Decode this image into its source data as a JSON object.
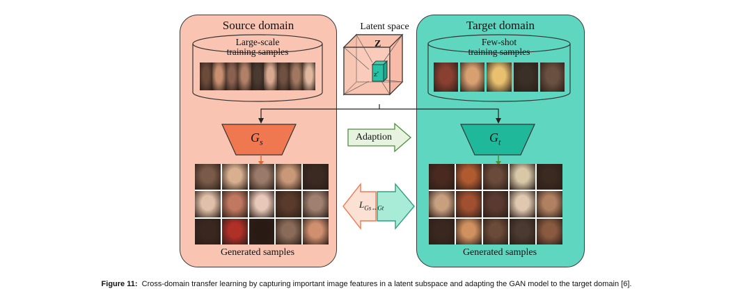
{
  "source_domain": {
    "title": "Source domain",
    "training_label_line1": "Large-scale",
    "training_label_line2": "training samples",
    "generator_label": "G",
    "generator_subscript": "s",
    "generated_label": "Generated samples",
    "panel_color": "#f9c4b1",
    "accent_color": "#f07850",
    "arrow_color": "#e0662f"
  },
  "latent_space": {
    "title": "Latent space",
    "z_label": "Z",
    "z_prime_label": "z'",
    "cube_color": "#f9c4b1",
    "inner_cube_color": "#25c2a6"
  },
  "target_domain": {
    "title": "Target domain",
    "training_label_line1": "Few-shot",
    "training_label_line2": "training samples",
    "generator_label": "G",
    "generator_subscript": "t",
    "generated_label": "Generated samples",
    "panel_color": "#5fd6c0",
    "accent_color": "#1fb89b",
    "arrow_color": "#4a8f3a"
  },
  "adaption": {
    "label": "Adaption",
    "fill_color": "#e8f3df",
    "stroke_color": "#4a8f3a"
  },
  "loss": {
    "label_main": "L",
    "label_sub": "Gs↔Gt",
    "left_color": "#f07850",
    "right_color": "#5fd6c0"
  },
  "caption": {
    "label": "Figure 11:",
    "text": "Cross-domain transfer learning by capturing important image features in a latent subspace and adapting the GAN model to the target domain [6]."
  },
  "source_training_faces": [
    "#6b4a3a",
    "#c89070",
    "#8a6050",
    "#b08068",
    "#4a3a30",
    "#d8a890",
    "#705040",
    "#a07860",
    "#e0b8a0"
  ],
  "source_generated_faces": [
    "#7a5a48",
    "#d8b090",
    "#9a7a68",
    "#c89878",
    "#3a2a22",
    "#e0c0a8",
    "#c07860",
    "#e8c8b8",
    "#5a3a2a",
    "#a08070",
    "#3a2820",
    "#b03028",
    "#2a1a14",
    "#8a6a58",
    "#d09070"
  ],
  "target_training_faces": [
    "#8a4030",
    "#d8a070",
    "#e8c070",
    "#3a3028",
    "#6a5040"
  ],
  "target_generated_faces": [
    "#4a2a20",
    "#b05a30",
    "#6a4a3a",
    "#d8c8a8",
    "#3a2a20",
    "#c8a080",
    "#a05030",
    "#5a3a30",
    "#e0c8b0",
    "#b08060",
    "#3a2820",
    "#d09060",
    "#6a4a38",
    "#4a3a30",
    "#8a5a40"
  ]
}
